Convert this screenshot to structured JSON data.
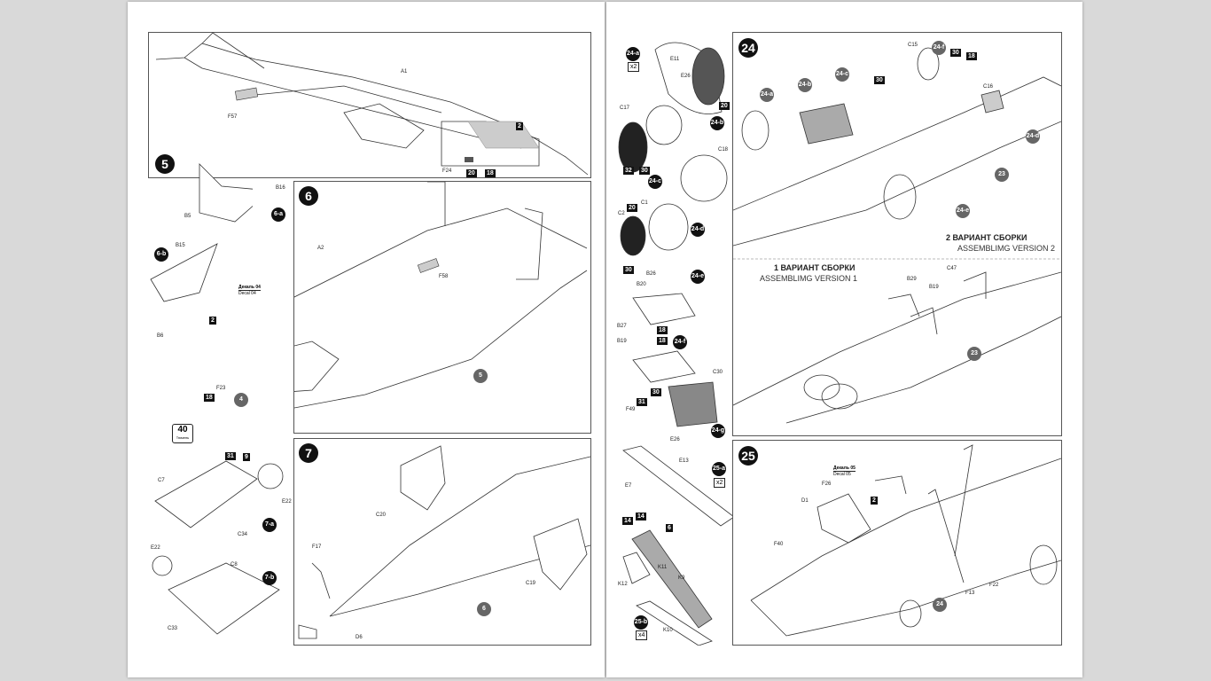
{
  "steps": {
    "s5": {
      "number": "5",
      "parts": [
        "A1",
        "F57",
        "F24"
      ],
      "stars": [
        "2",
        "20",
        "18"
      ]
    },
    "s6": {
      "number": "6",
      "parts": [
        "A2",
        "F58",
        "F23",
        "B16",
        "B5",
        "B15",
        "B6"
      ],
      "subs": [
        "6-a",
        "6-b"
      ],
      "stars": [
        "2",
        "18"
      ],
      "callouts": [
        "5",
        "4"
      ],
      "decal": {
        "ru": "Декаль 04",
        "en": "Decal 04"
      },
      "glue": {
        "value": "40",
        "unit": "Тюмень"
      }
    },
    "s7": {
      "number": "7",
      "parts": [
        "C7",
        "C34",
        "E22",
        "E22",
        "C8",
        "C33",
        "C20",
        "F17",
        "D6",
        "C19"
      ],
      "subs": [
        "7-a",
        "7-b"
      ],
      "stars": [
        "31",
        "9"
      ],
      "callouts": [
        "6"
      ]
    },
    "s24": {
      "number": "24",
      "parts": [
        "E11",
        "E26",
        "C17",
        "C18",
        "C2",
        "C1",
        "B26",
        "B20",
        "B27",
        "B19",
        "C30",
        "F49",
        "E26",
        "C15",
        "C16",
        "C47",
        "B29",
        "B19"
      ],
      "subs": [
        "24-a",
        "24-b",
        "24-c",
        "24-d",
        "24-e",
        "24-f",
        "24-g"
      ],
      "boxes": [
        "x2"
      ],
      "stars": [
        "20",
        "32",
        "30",
        "20",
        "30",
        "18",
        "18",
        "30",
        "31",
        "30",
        "18",
        "30"
      ],
      "callouts": [
        "23",
        "23"
      ],
      "thumbs": [
        "24-a",
        "24-b",
        "24-c",
        "24-d",
        "24-e",
        "24-f"
      ]
    },
    "s25": {
      "number": "25",
      "parts": [
        "E13",
        "E7",
        "K11",
        "K9",
        "K12",
        "K10",
        "D1",
        "F26",
        "F40",
        "F13",
        "F22"
      ],
      "subs": [
        "25-a",
        "25-b"
      ],
      "boxes": [
        "x2",
        "x4"
      ],
      "stars": [
        "14",
        "14",
        "6",
        "2"
      ],
      "callouts": [
        "24"
      ],
      "decal": {
        "ru": "Декаль 05",
        "en": "Decal 05"
      }
    }
  },
  "versions": {
    "v2": {
      "title": "2 ВАРИАНТ СБОРКИ",
      "subtitle": "ASSEMBLIMG VERSION 2"
    },
    "v1": {
      "title": "1 ВАРИАНТ СБОРКИ",
      "subtitle": "ASSEMBLIMG VERSION 1"
    }
  }
}
